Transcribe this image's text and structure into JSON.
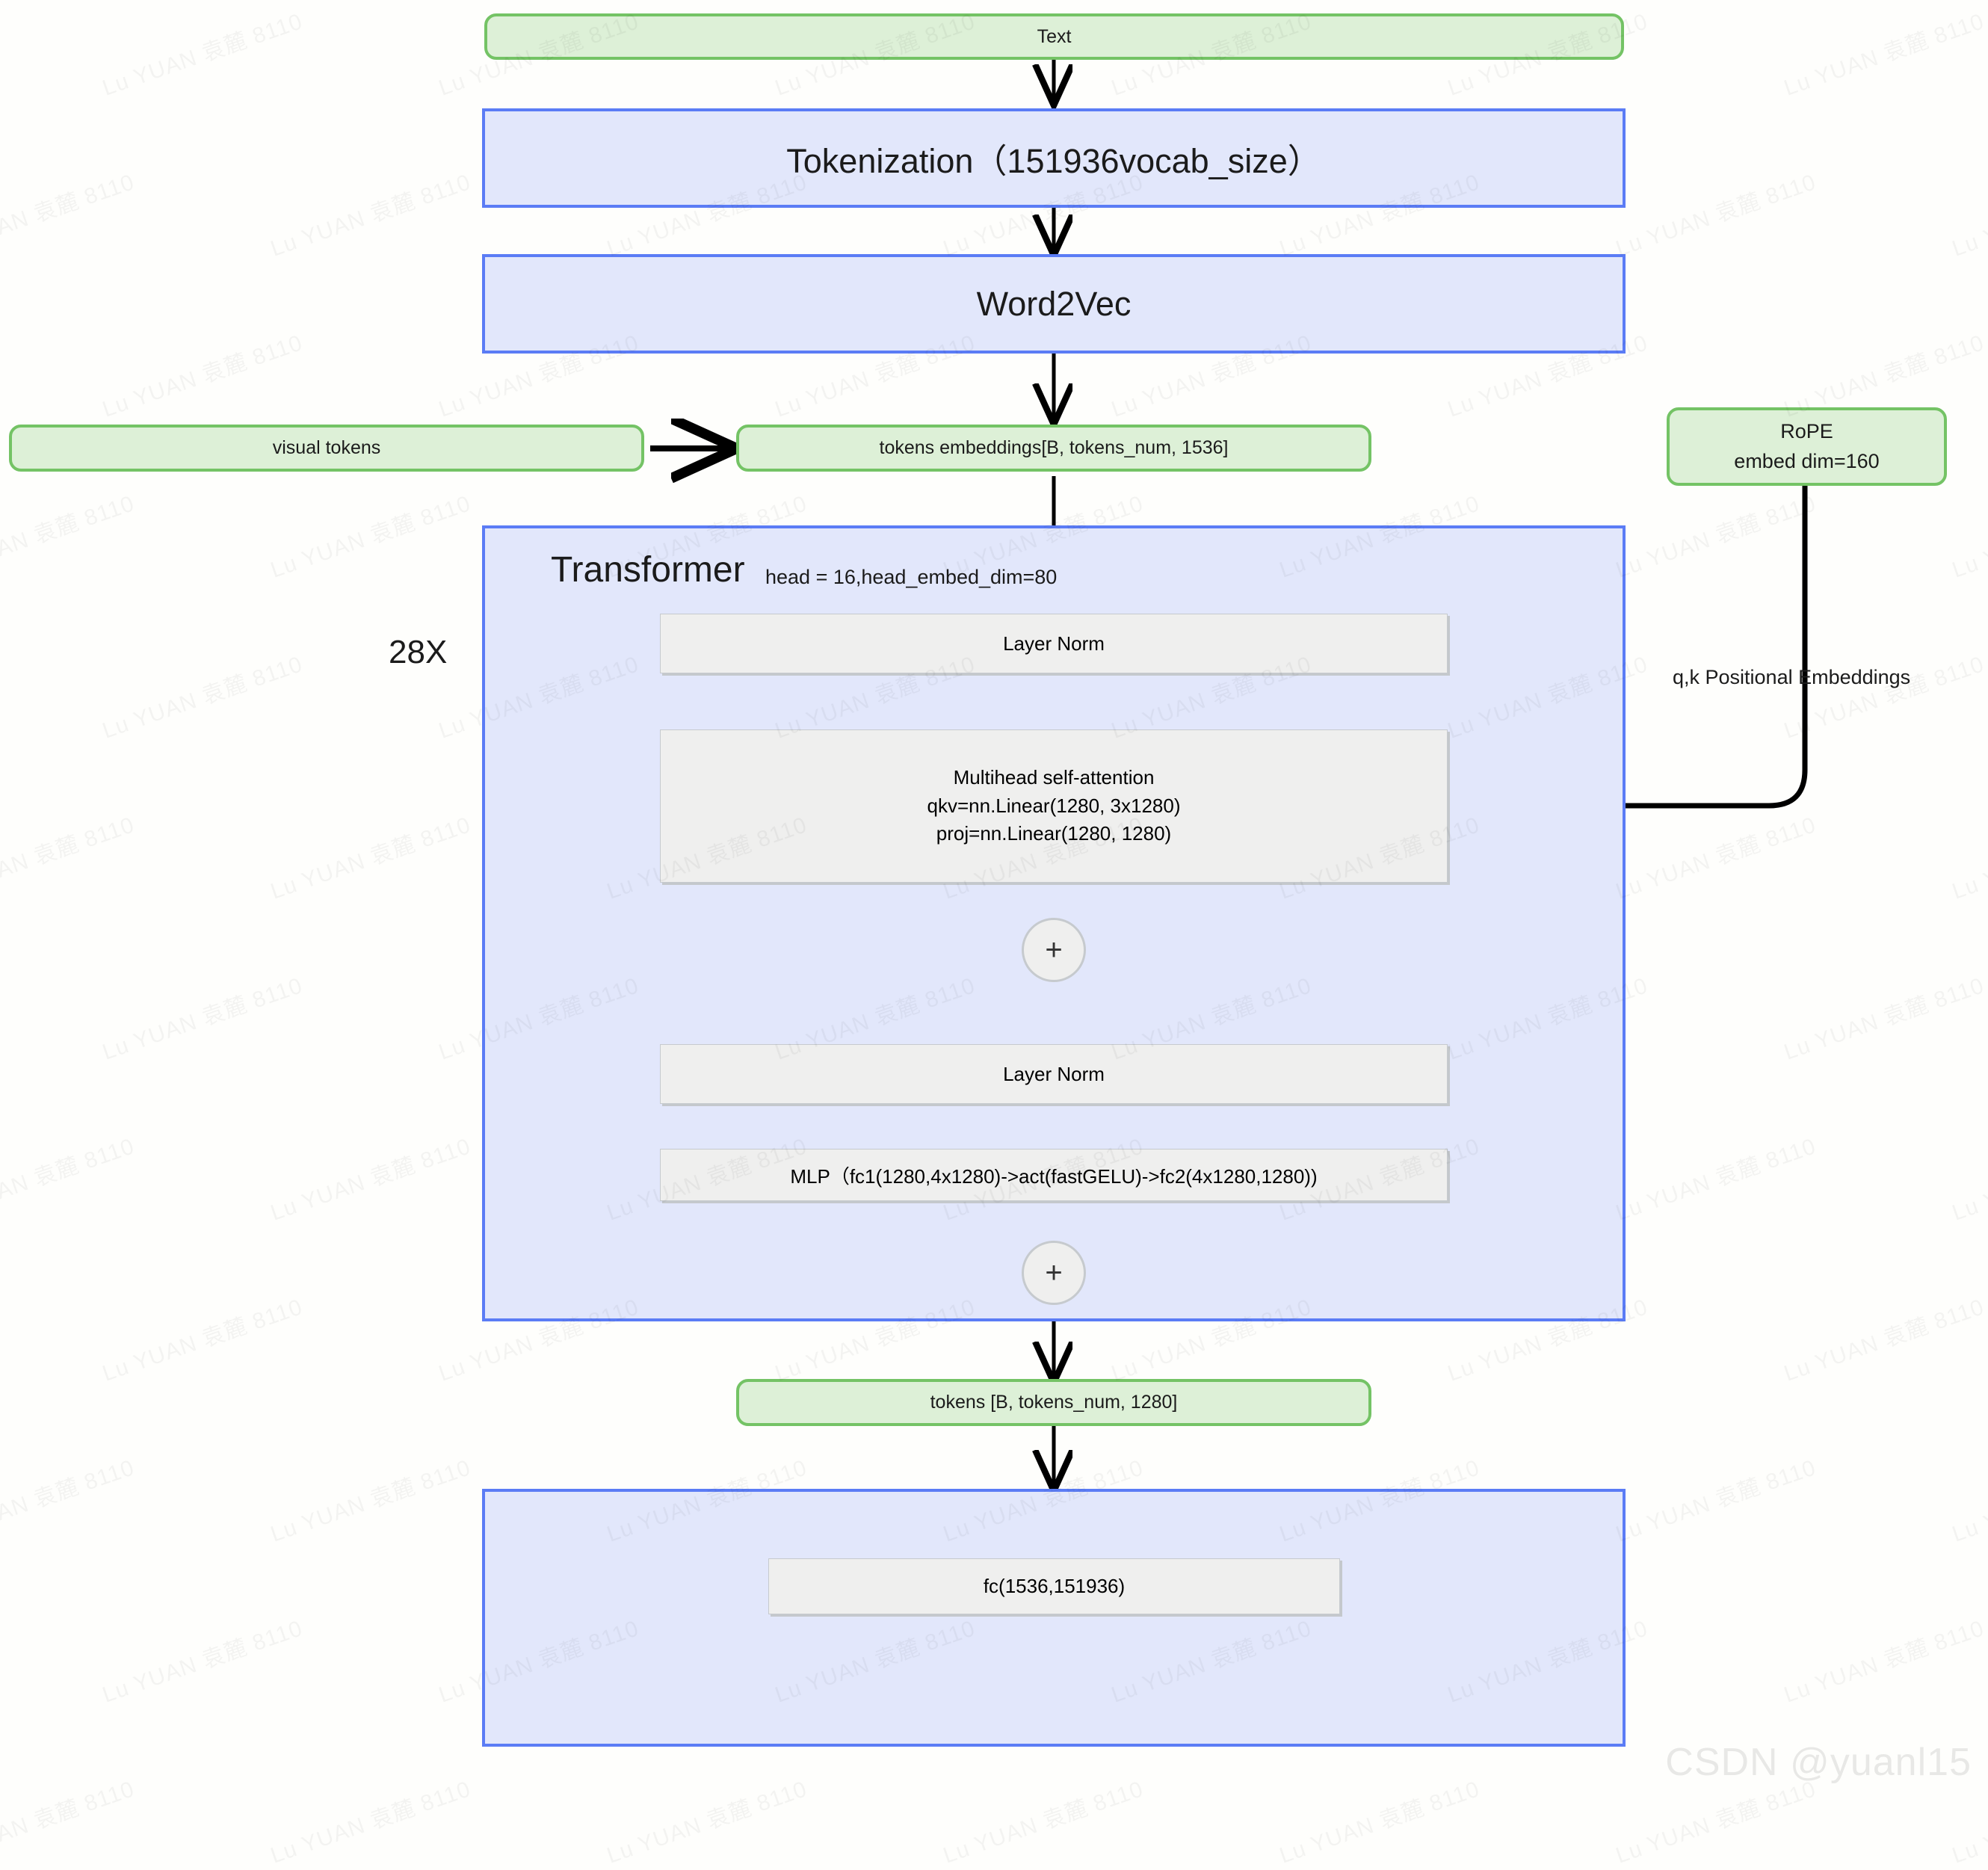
{
  "diagram": {
    "title_watermark": "Lu YUAN 袁麓 8110",
    "credit": "CSDN @yuanl15",
    "repeat_label": "28X",
    "rope_edge_label": "q,k Positional Embeddings",
    "plus_symbol": "+",
    "colors": {
      "green_fill": "#ddf0d7",
      "green_border": "#74c365",
      "blue_fill": "#e2e7fb",
      "blue_border": "#5b7cf5",
      "gray_fill": "#efefee",
      "gray_border": "#c6cace",
      "background": "#fefefc",
      "arrow": "#000000"
    },
    "nodes": {
      "text": "Text",
      "tokenization": "Tokenization（151936vocab_size）",
      "word2vec": "Word2Vec",
      "visual_tokens": "visual tokens",
      "tokens_embeddings": "tokens embeddings[B, tokens_num, 1536]",
      "rope_line1": "RoPE",
      "rope_line2": "embed dim=160",
      "transformer_title": "Transformer",
      "transformer_sub": "head = 16,head_embed_dim=80",
      "layer_norm_1": "Layer Norm",
      "attn_line1": "Multihead self-attention",
      "attn_line2": "qkv=nn.Linear(1280, 3x1280)",
      "attn_line3": "proj=nn.Linear(1280, 1280)",
      "layer_norm_2": "Layer Norm",
      "mlp": "MLP（fc1(1280,4x1280)->act(fastGELU)->fc2(4x1280,1280))",
      "tokens_out": "tokens [B, tokens_num, 1280]",
      "fc_head": "fc(1536,151936)"
    }
  }
}
